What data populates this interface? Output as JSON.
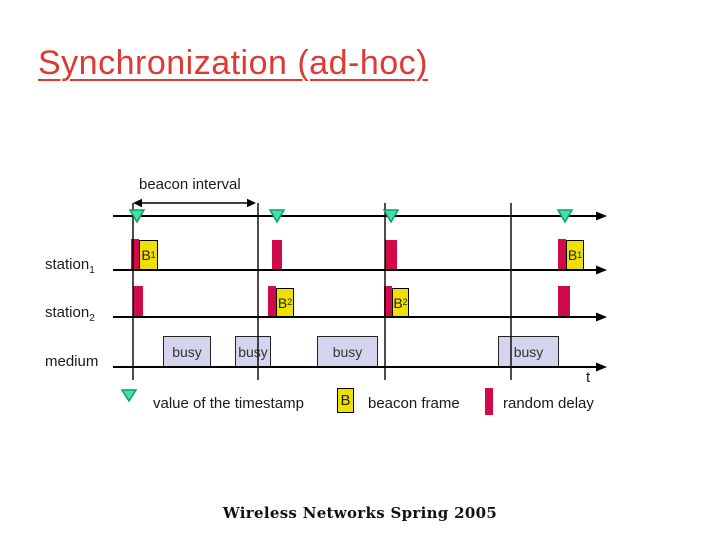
{
  "slide": {
    "title": "Synchronization (ad-hoc)",
    "footer": "Wireless Networks Spring 2005"
  },
  "colors": {
    "title_red": "#dc3a32",
    "delay_red": "#d10a4a",
    "beacon_yellow": "#f0e000",
    "timestamp_green": "#41e3a5",
    "timestamp_green_dark": "#0c9e68",
    "busy_fill": "#d4d4ee",
    "line_black": "#000000"
  },
  "diagram": {
    "beacon_interval_label": "beacon interval",
    "row_labels": {
      "station1": {
        "base": "station",
        "sub": "1"
      },
      "station2": {
        "base": "station",
        "sub": "2"
      },
      "medium": "medium"
    },
    "beacon_b1": {
      "base": "B",
      "sub": "1"
    },
    "beacon_b2": {
      "base": "B",
      "sub": "2"
    },
    "busy_label": "busy",
    "time_axis_label": "t"
  },
  "legend": {
    "timestamp_label": "value of the timestamp",
    "beacon_symbol": "B",
    "beacon_frame_label": "beacon frame",
    "random_delay_label": "random delay"
  }
}
